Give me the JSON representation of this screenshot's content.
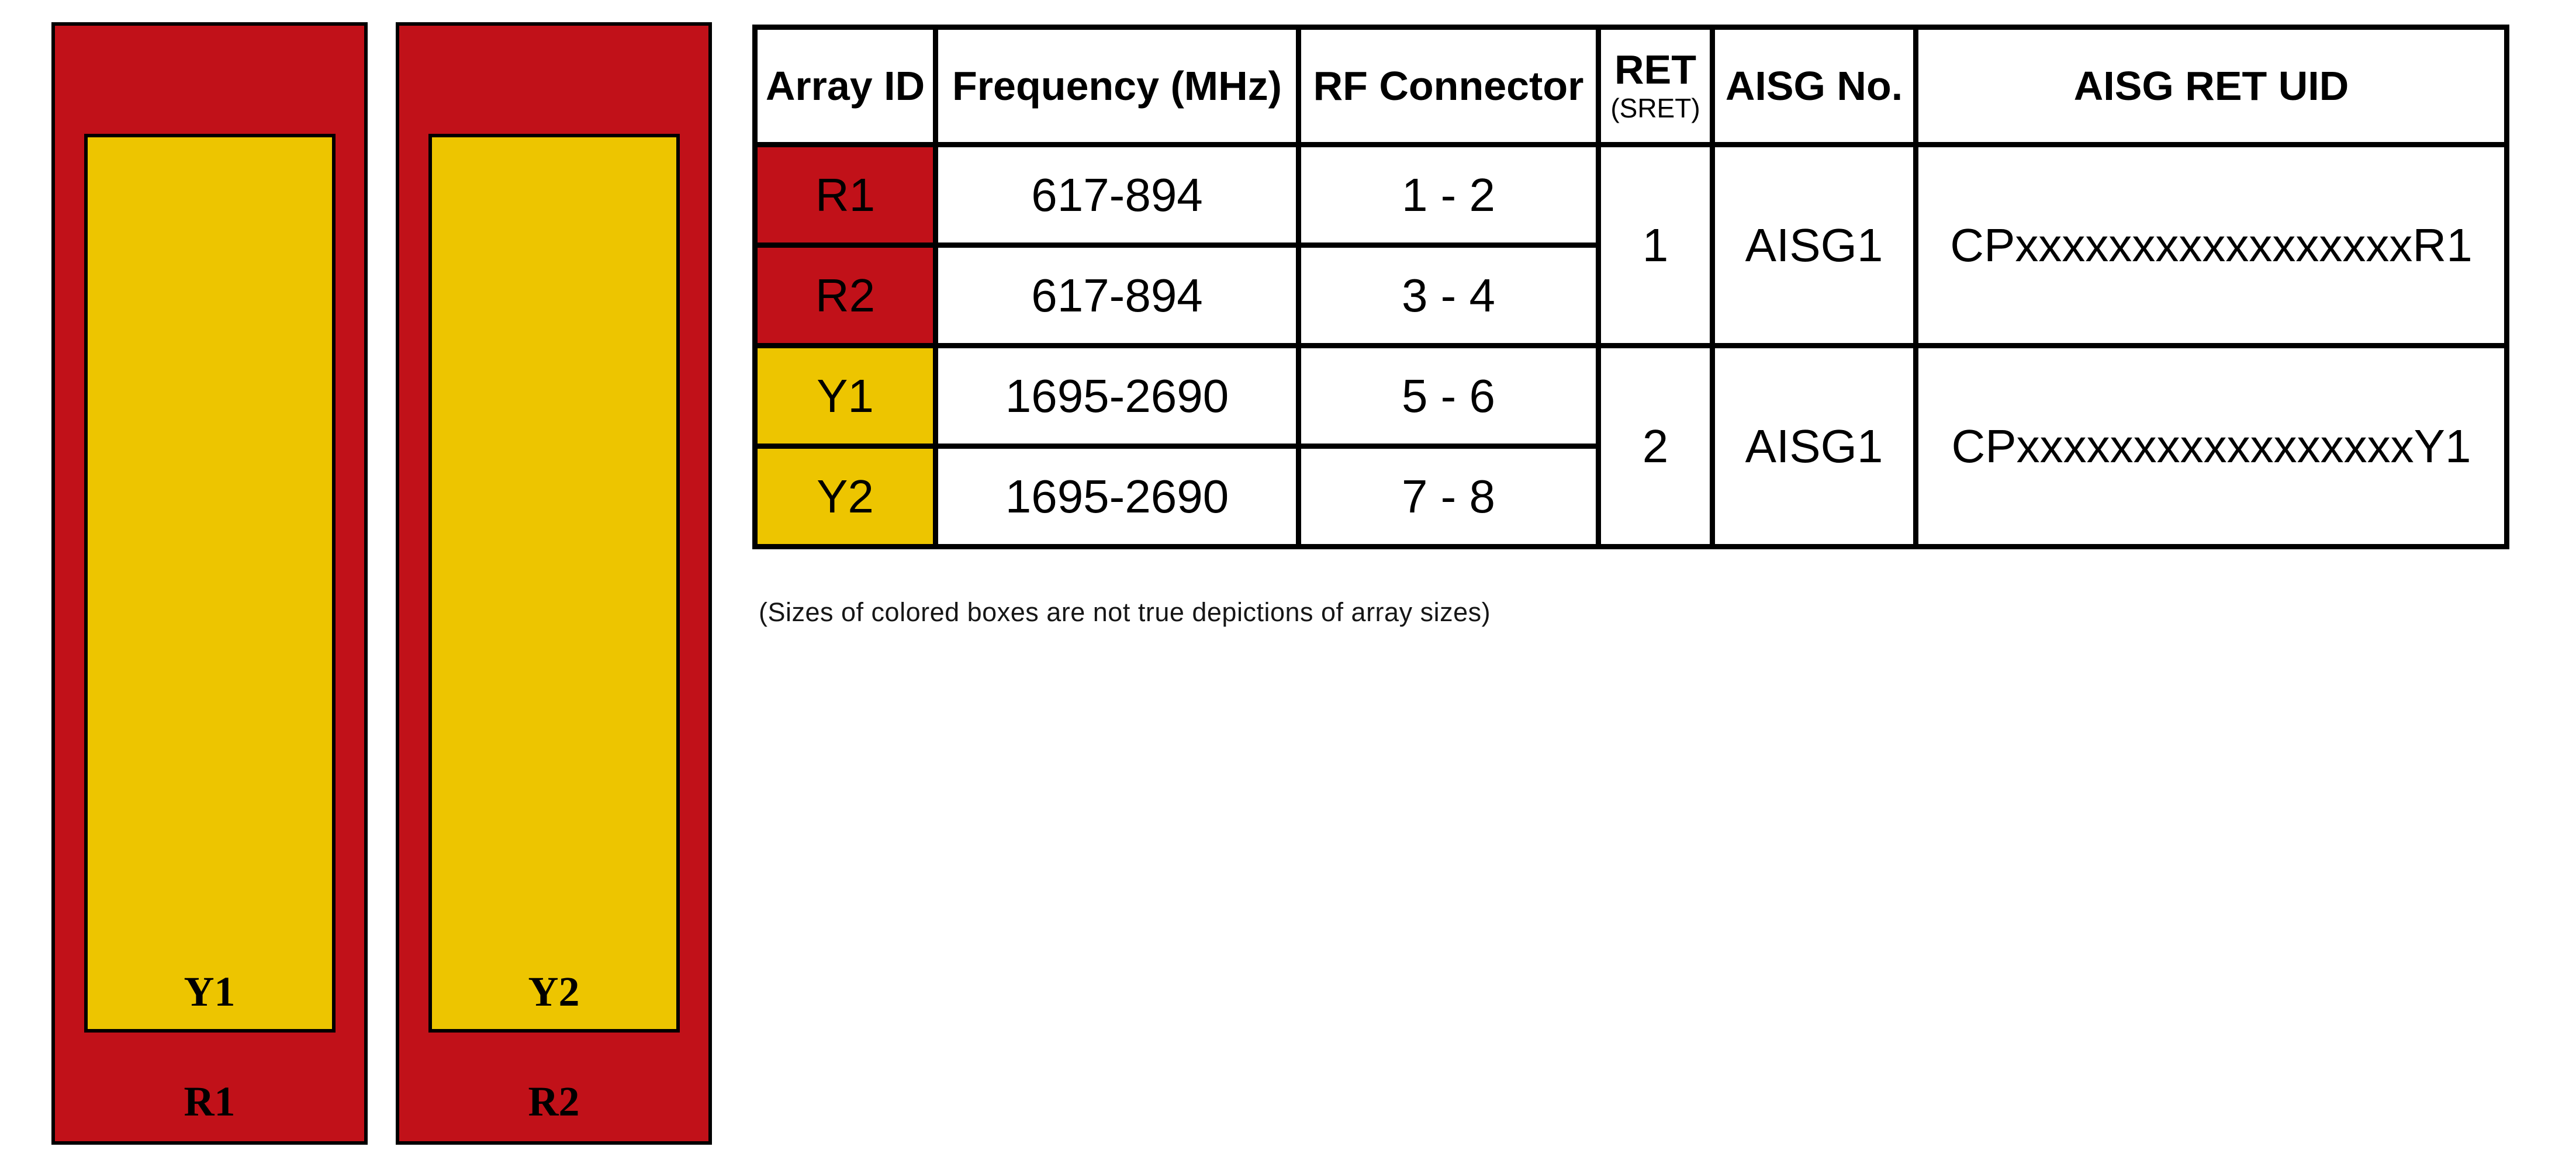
{
  "colors": {
    "red": "#C11119",
    "yellow": "#EDC500",
    "border": "#000000",
    "text": "#000000"
  },
  "antenna_panel": {
    "columns": [
      {
        "outer_label": "R1",
        "inner_label": "Y1"
      },
      {
        "outer_label": "R2",
        "inner_label": "Y2"
      }
    ]
  },
  "table": {
    "header": {
      "array_id": "Array ID",
      "frequency": "Frequency (MHz)",
      "rf_connector": "RF Connector",
      "ret": "RET",
      "ret_sub": "(SRET)",
      "aisg_no": "AISG No.",
      "aisg_ret_uid": "AISG RET UID"
    },
    "rows": [
      {
        "array_id": "R1",
        "color": "red",
        "frequency": "617-894",
        "rf_connector": "1 - 2"
      },
      {
        "array_id": "R2",
        "color": "red",
        "frequency": "617-894",
        "rf_connector": "3 - 4"
      },
      {
        "array_id": "Y1",
        "color": "yellow",
        "frequency": "1695-2690",
        "rf_connector": "5 - 6"
      },
      {
        "array_id": "Y2",
        "color": "yellow",
        "frequency": "1695-2690",
        "rf_connector": "7 - 8"
      }
    ],
    "ret_groups": [
      {
        "ret": "1",
        "aisg_no": "AISG1",
        "aisg_ret_uid": "CPxxxxxxxxxxxxxxxxxR1"
      },
      {
        "ret": "2",
        "aisg_no": "AISG1",
        "aisg_ret_uid": "CPxxxxxxxxxxxxxxxxxY1"
      }
    ]
  },
  "caption": "(Sizes of colored boxes are not true depictions of array sizes)"
}
